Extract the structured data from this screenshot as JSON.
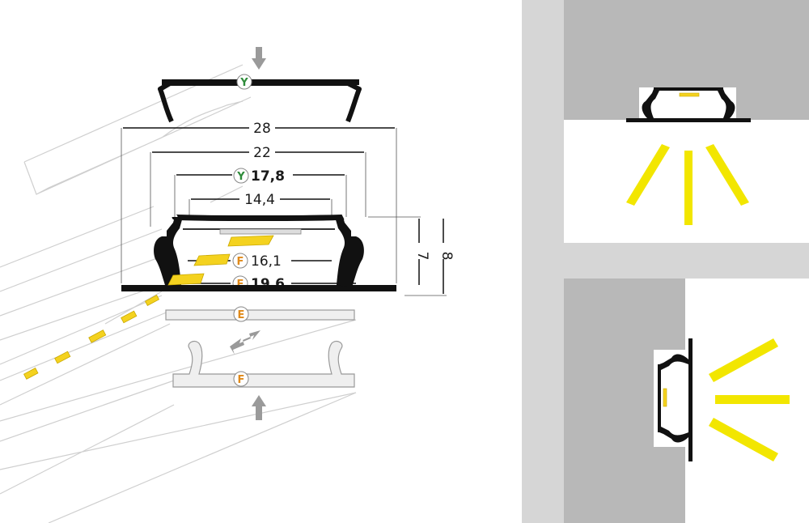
{
  "colors": {
    "profile": "#111111",
    "led": "#f4d21f",
    "led_stroke": "#c9a800",
    "badge_y": "#2e8b3a",
    "badge_e": "#e08a1a",
    "badge_f": "#e08a1a",
    "wall_dark": "#b4b4b4",
    "wall_light": "#d6d6d6",
    "light_ray": "#f2e600",
    "arrow": "#9a9a9a",
    "ghost_line": "#c8c8c8"
  },
  "badges": {
    "y_top": "Y",
    "y_dim": "Y",
    "f_dim": "F",
    "e_dim": "E",
    "e_part": "E",
    "f_part": "F"
  },
  "dimensions": {
    "d28": "28",
    "d22": "22",
    "d17_8": "17,8",
    "d14_4": "14,4",
    "d16_1": "16,1",
    "d19_6": "19,6",
    "d7": "7",
    "d8": "8"
  },
  "icons": {
    "top_arrow": "arrow-down-icon",
    "bottom_arrow": "arrow-up-icon",
    "slide_arrow": "double-arrow-icon"
  }
}
